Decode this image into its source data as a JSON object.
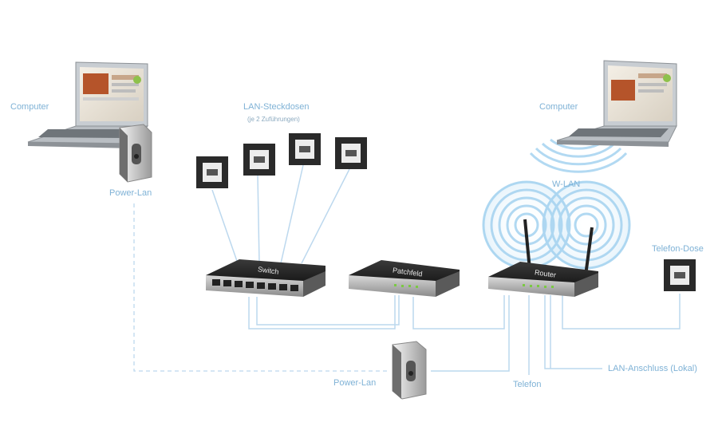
{
  "labels": {
    "computer_left": "Computer",
    "computer_right": "Computer",
    "power_lan_top": "Power-Lan",
    "power_lan_bottom": "Power-Lan",
    "lan_sockets": "LAN-Steckdosen",
    "lan_sockets_sub": "(je 2 Zuführungen)",
    "wlan": "W-LAN",
    "telefon_dose": "Telefon-Dose",
    "telefon": "Telefon",
    "lan_anschluss": "LAN-Anschluss (Lokal)"
  },
  "devices": {
    "switch": "Switch",
    "patchfeld": "Patchfeld",
    "router": "Router"
  },
  "colors": {
    "cable": "#bcd8ee",
    "label": "#7fb2d6",
    "device_dark": "#2a2a2a",
    "wifi": "#9fd0ef"
  }
}
